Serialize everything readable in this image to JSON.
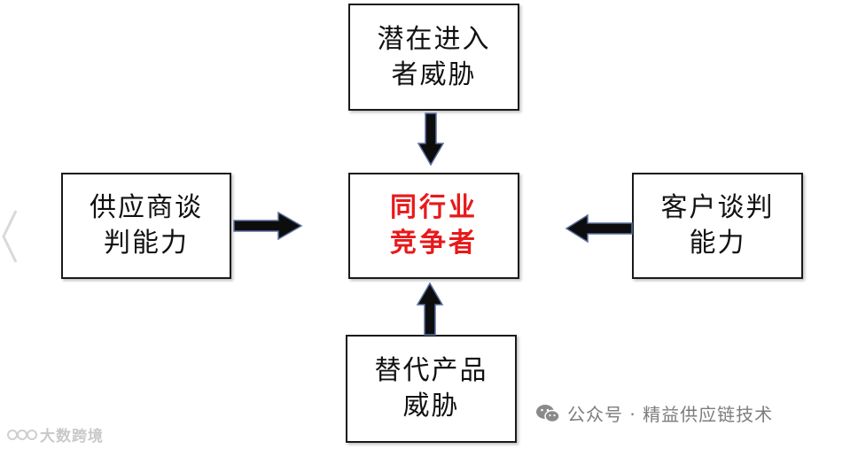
{
  "diagram": {
    "top_box": [
      "潜在进入",
      "者威胁"
    ],
    "left_box": [
      "供应商谈",
      "判能力"
    ],
    "center_box": [
      "同行业",
      "竞争者"
    ],
    "right_box": [
      "客户谈判",
      "能力"
    ],
    "bottom_box": [
      "替代产品",
      "威胁"
    ]
  },
  "colors": {
    "center_text": "#e8191b",
    "arrow_fill": "#0d0d0d",
    "arrow_outline": "#5a6fa0"
  },
  "watermarks": {
    "left_text": "大数跨境",
    "right_text": "公众号 · 精益供应链技术",
    "right_icon": "wechat-icon"
  }
}
